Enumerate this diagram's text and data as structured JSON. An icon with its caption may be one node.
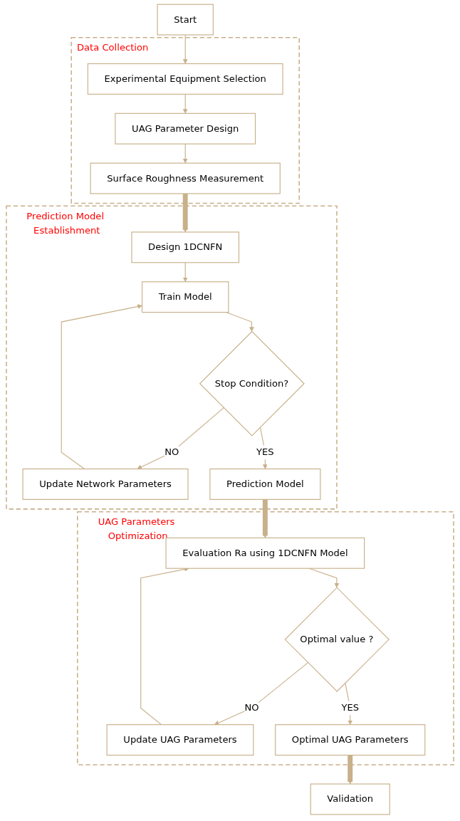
{
  "diagram": {
    "nodes": [
      {
        "text": [
          "Start"
        ]
      },
      {
        "text": [
          "Data Collection"
        ]
      },
      {
        "text": [
          "Experimental Equipment Selection"
        ],
        "in": 1
      },
      {
        "text": [
          "UAG Parameter Design"
        ],
        "in": 1
      },
      {
        "text": [
          "Surface Roughness Measurement"
        ],
        "in": 1
      },
      {
        "text": [
          "Prediction Model Establishment"
        ]
      },
      {
        "text": [
          "Design 1DCNFN"
        ],
        "in": 5
      },
      {
        "text": [
          "Train Model"
        ],
        "in": 5
      },
      {
        "text": [
          "Update Network Parameters"
        ],
        "in": 5
      },
      {
        "text": [
          "Stop Condition?"
        ],
        "in": 5
      },
      {
        "text": [
          "Prediction Model"
        ],
        "in": 5
      },
      {
        "text": [
          "UAG Parameters Optimization"
        ]
      },
      {
        "text": [
          "Evaluation Ra using 1DCNFN Model"
        ],
        "in": 11
      },
      {
        "text": [
          "Update UAG Parameters"
        ],
        "in": 11
      },
      {
        "text": [
          "Optimal value ?"
        ],
        "in": 11
      },
      {
        "text": [
          "Optimal UAG Parameters"
        ],
        "in": 11
      },
      {
        "text": [
          "Validation"
        ]
      }
    ],
    "edges": [
      {
        "from": 0,
        "to": 2,
        "arrow": "to"
      },
      {
        "from": 2,
        "to": 3,
        "arrow": "to"
      },
      {
        "from": 3,
        "to": 4,
        "arrow": "to"
      },
      {
        "from": 4,
        "to": 6,
        "arrow": "to",
        "style": "thick"
      },
      {
        "from": 6,
        "to": 7,
        "arrow": "to"
      },
      {
        "from": 7,
        "to": 9,
        "arrow": "to"
      },
      {
        "from": 9,
        "to": 8,
        "arrow": "to",
        "label": "NO"
      },
      {
        "from": 8,
        "to": 7,
        "arrow": "to"
      },
      {
        "from": 9,
        "to": 10,
        "arrow": "to",
        "label": "YES"
      },
      {
        "from": 10,
        "to": 12,
        "arrow": "to",
        "style": "thick"
      },
      {
        "from": 12,
        "to": 14,
        "arrow": "to"
      },
      {
        "from": 14,
        "to": 13,
        "arrow": "to",
        "label": "NO"
      },
      {
        "from": 13,
        "to": 12,
        "arrow": "to"
      },
      {
        "from": 14,
        "to": 15,
        "arrow": "to",
        "label": "YES"
      },
      {
        "from": 15,
        "to": 16,
        "arrow": "to",
        "style": "thick"
      }
    ]
  }
}
